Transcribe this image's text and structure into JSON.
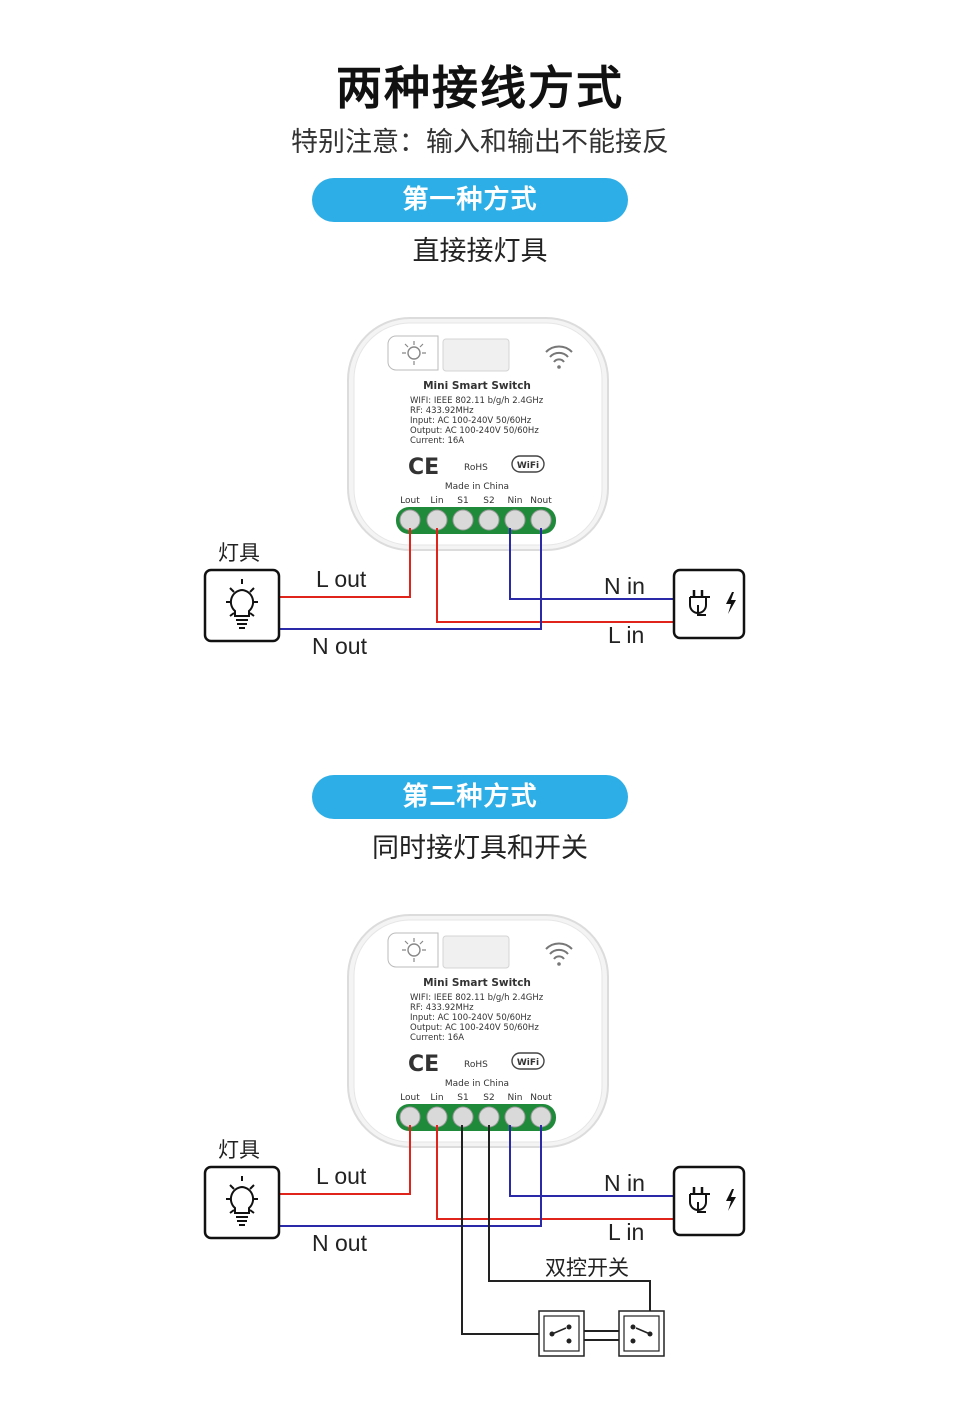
{
  "header": {
    "title": "两种接线方式",
    "subtitle": "特别注意：输入和输出不能接反"
  },
  "device": {
    "name": "Mini Smart Switch",
    "specs": [
      "WIFI: IEEE 802.11 b/g/h  2.4GHz",
      "RF: 433.92MHz",
      "Input:  AC 100-240V  50/60Hz",
      "Output:  AC 100-240V  50/60Hz",
      "Current:  16A"
    ],
    "ce": "CE",
    "rohs": "RoHS",
    "wifi_badge": "WiFi",
    "origin": "Made in China",
    "terminals": [
      "Lout",
      "Lin",
      "S1",
      "S2",
      "Nin",
      "Nout"
    ]
  },
  "colors": {
    "accent": "#2eaee6",
    "wire_live": "#e0241c",
    "wire_neutral": "#2a2aa8",
    "wire_switch": "#222222",
    "terminal_green": "#1f8a3a"
  },
  "method1": {
    "label": "第一种方式",
    "caption": "直接接灯具",
    "lamp_label": "灯具",
    "l_out": "L out",
    "n_out": "N out",
    "n_in": "N in",
    "l_in": "L in"
  },
  "method2": {
    "label": "第二种方式",
    "caption": "同时接灯具和开关",
    "lamp_label": "灯具",
    "l_out": "L out",
    "n_out": "N out",
    "n_in": "N in",
    "l_in": "L in",
    "switch_label": "双控开关"
  }
}
